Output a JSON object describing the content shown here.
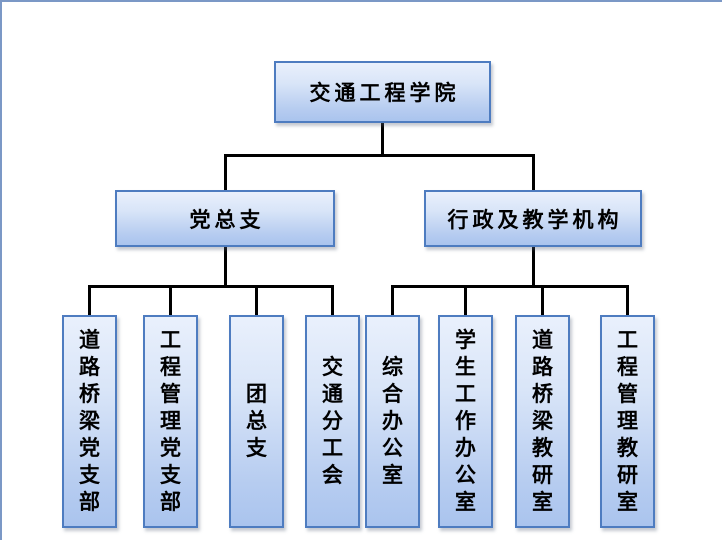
{
  "org_chart": {
    "root": {
      "label": "交通工程学院"
    },
    "branches": [
      {
        "label": "党总支",
        "children": [
          {
            "label": "道路桥梁党支部"
          },
          {
            "label": "工程管理党支部"
          },
          {
            "label": "团总支"
          },
          {
            "label": "交通分工会"
          }
        ]
      },
      {
        "label": "行政及教学机构",
        "children": [
          {
            "label": "综合办公室"
          },
          {
            "label": "学生工作办公室"
          },
          {
            "label": "道路桥梁教研室"
          },
          {
            "label": "工程管理教研室"
          }
        ]
      }
    ]
  },
  "colors": {
    "node_border": "#4e7cc0",
    "node_fill_top": "#e9f0fc",
    "node_fill_bottom": "#aac4ee",
    "connector_line": "#000000",
    "frame_border": "#7b98c6",
    "text": "#000000",
    "background": "#ffffff"
  }
}
